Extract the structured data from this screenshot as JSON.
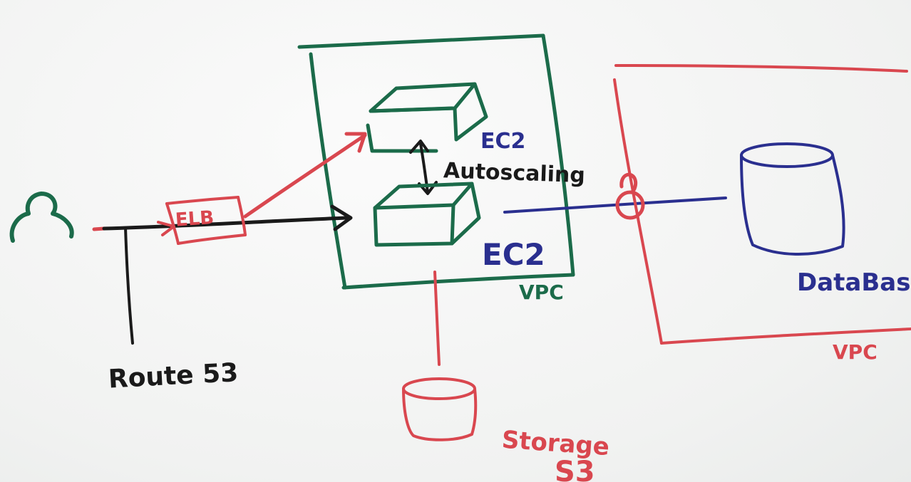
{
  "colors": {
    "green": "#1b6b4a",
    "red": "#d9474f",
    "blue": "#2a2f8f",
    "black": "#1a1a1a",
    "board": "#f3f4f3"
  },
  "labels": {
    "elb": "ELB",
    "ec2_top": "EC2",
    "ec2_bottom": "EC2",
    "autoscaling": "Autoscaling",
    "vpc_app": "VPC",
    "vpc_db": "VPC",
    "database": "DataBase",
    "route53": "Route 53",
    "storage": "Storage",
    "s3": "S3"
  },
  "icons": {
    "user": "user-icon",
    "ec2_instance": "server-box-icon",
    "database": "database-cylinder-icon",
    "storage": "storage-cylinder-icon",
    "lock": "lock-icon"
  }
}
